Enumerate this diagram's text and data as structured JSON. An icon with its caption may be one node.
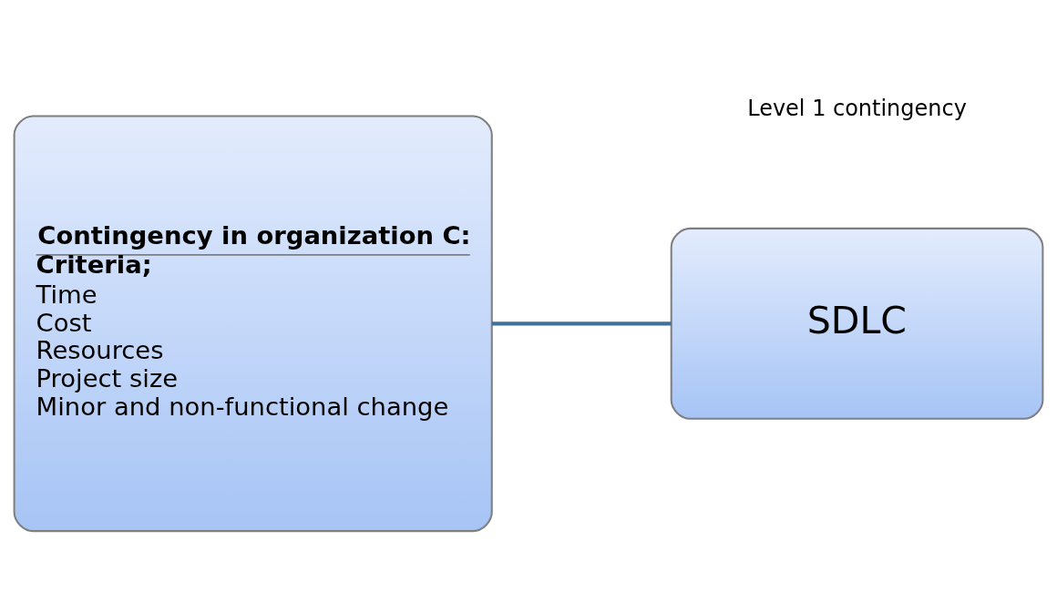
{
  "diagram": {
    "nodes": [
      {
        "text": [
          "Contingency in organization C:",
          "Criteria;",
          "Time",
          "Cost",
          "Resources",
          "Project size",
          "Minor and non-functional change"
        ]
      },
      {
        "text": [
          "SDLC"
        ]
      }
    ],
    "edges": [
      {
        "from": 0,
        "to": 1,
        "arrow": "none"
      }
    ],
    "labels": [
      "Level 1 contingency"
    ]
  }
}
